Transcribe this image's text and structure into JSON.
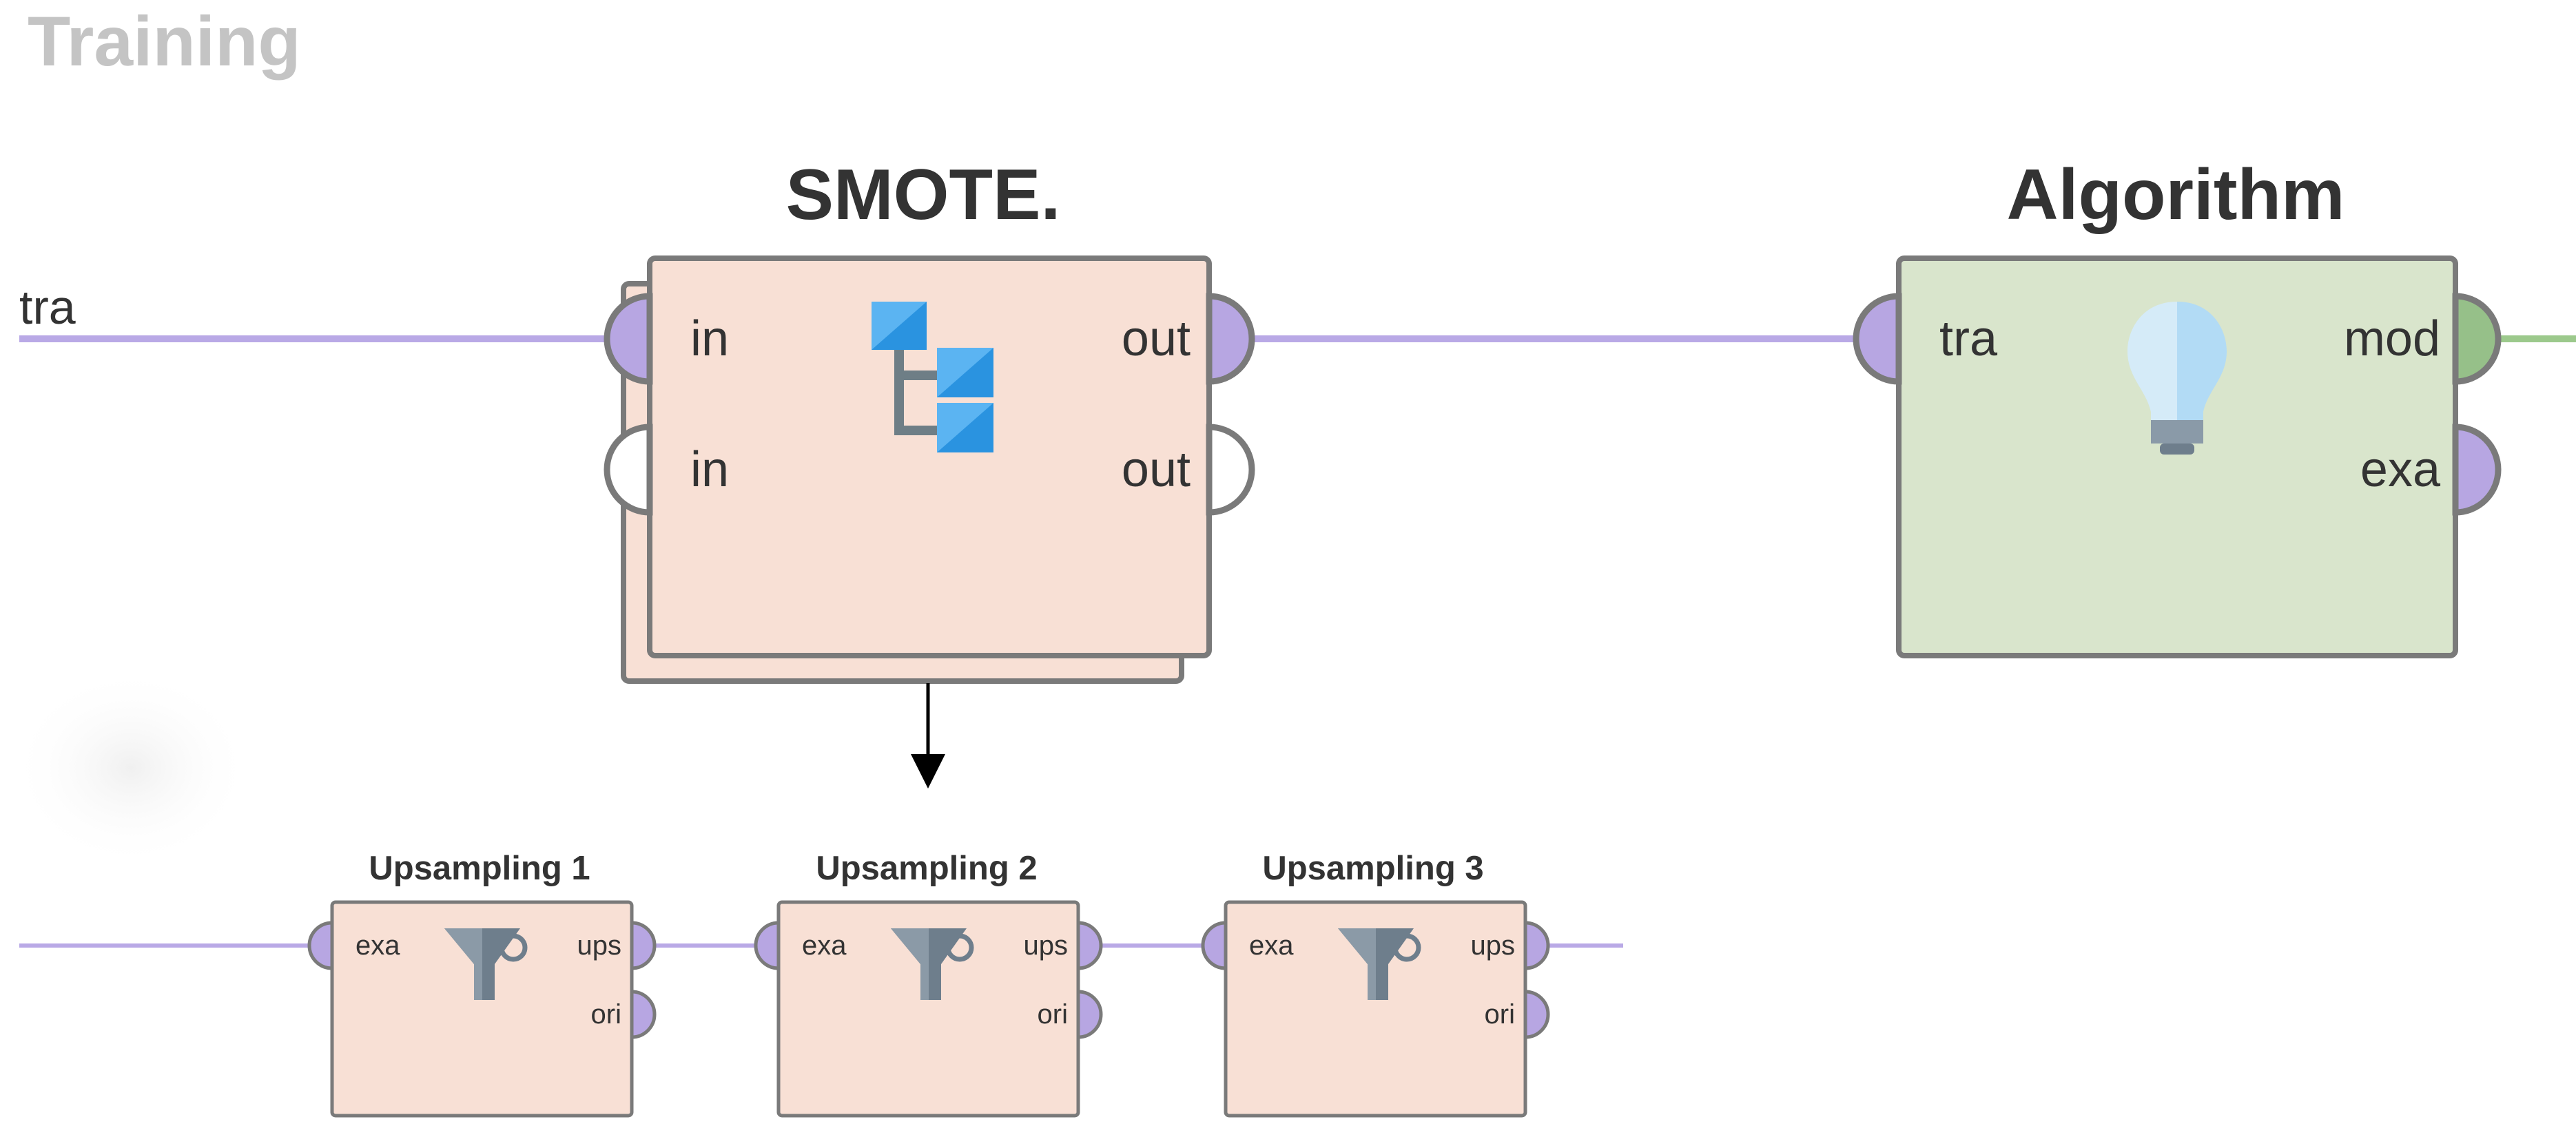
{
  "section_title": "Training",
  "input_port_label": "tra",
  "smote": {
    "title": "SMOTE.",
    "ports_in": [
      "in",
      "in"
    ],
    "ports_out": [
      "out",
      "out"
    ],
    "icon": "subprocess-icon"
  },
  "algorithm": {
    "title": "Algorithm",
    "ports_in": [
      "tra"
    ],
    "ports_out": [
      "mod",
      "exa"
    ],
    "icon": "lightbulb-icon"
  },
  "upsampling": [
    {
      "title": "Upsampling 1",
      "port_in": "exa",
      "ports_out": [
        "ups",
        "ori"
      ]
    },
    {
      "title": "Upsampling 2",
      "port_in": "exa",
      "ports_out": [
        "ups",
        "ori"
      ]
    },
    {
      "title": "Upsampling 3",
      "port_in": "exa",
      "ports_out": [
        "ups",
        "ori"
      ]
    }
  ],
  "upsampling_icon": "funnel-icon",
  "colors": {
    "example_set_port": "#b7a6e2",
    "example_set_line": "#b9a9e6",
    "model_port": "#96c089",
    "model_line": "#9cc98c",
    "operator_fill_orange": "#f8e0d5",
    "operator_fill_green": "#d9e5cc",
    "operator_border": "#7a7a7a",
    "title_text": "#333333",
    "section_title_text": "#c4c4c4"
  }
}
